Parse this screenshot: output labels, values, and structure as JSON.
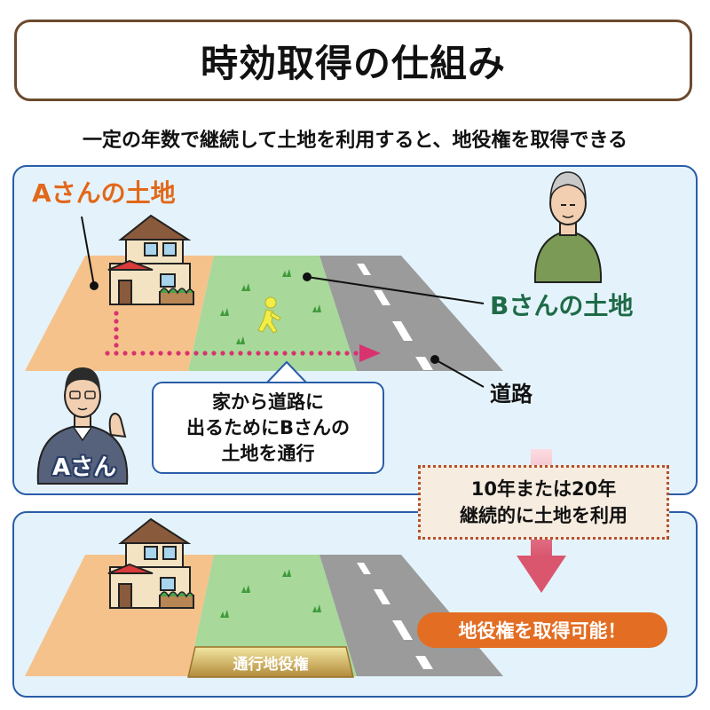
{
  "title": "時効取得の仕組み",
  "subtitle": "一定の年数で継続して土地を利用すると、地役権を取得できる",
  "labels": {
    "land_a": "Aさんの土地",
    "land_b": "Bさんの土地",
    "road": "道路",
    "person_a": "Aさん"
  },
  "callout": {
    "line1": "家から道路に",
    "line2": "出るためにBさんの",
    "line3": "土地を通行"
  },
  "period": {
    "line1": "10年または20年",
    "line2": "継続的に土地を利用"
  },
  "result": "地役権を取得可能！",
  "easement": "通行地役権",
  "colors": {
    "land_a": "#f6c28c",
    "land_b": "#a8d89a",
    "road": "#9b9b9b",
    "accent_orange": "#e36d22",
    "green_text": "#1e6a47",
    "panel_border": "#2a5da8",
    "panel_bg": "#e4f3fb",
    "path_dots": "#d8336f"
  }
}
